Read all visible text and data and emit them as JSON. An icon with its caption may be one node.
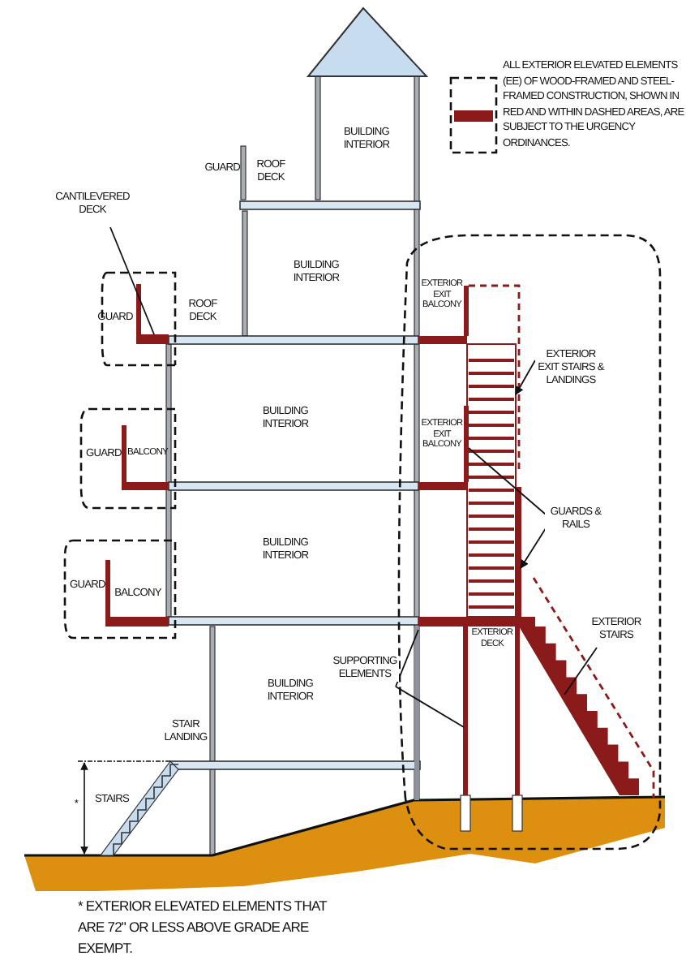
{
  "diagram": {
    "caption": "* EXTERIOR ELEVATED ELEMENTS THAT ARE 72\" OR LESS ABOVE GRADE ARE EXEMPT.",
    "nodes": [
      {
        "text": [
          "CANTILEVERED DECK"
        ]
      },
      {
        "text": [],
        "shape": "bar"
      },
      {
        "text": [
          "EXTERIOR EXIT STAIRS & LANDINGS"
        ]
      },
      {
        "text": [],
        "shape": "stairs"
      },
      {
        "text": [
          "GUARDS & RAILS"
        ]
      },
      {
        "text": [],
        "shape": "bar"
      },
      {
        "text": [],
        "shape": "bar"
      },
      {
        "text": [
          "EXTERIOR STAIRS"
        ]
      },
      {
        "text": [],
        "shape": "stairs"
      },
      {
        "text": [
          "SUPPORTING ELEMENTS"
        ]
      },
      {
        "text": [],
        "shape": "bar"
      },
      {
        "text": [],
        "shape": "bar"
      }
    ],
    "edges": [
      {
        "from": 0,
        "to": 1,
        "arrow": "none"
      },
      {
        "from": 2,
        "to": 3,
        "arrow": "to"
      },
      {
        "from": 4,
        "to": 5,
        "arrow": "none"
      },
      {
        "from": 4,
        "to": 6,
        "arrow": "to"
      },
      {
        "from": 7,
        "to": 8,
        "arrow": "none"
      },
      {
        "from": 9,
        "to": 10,
        "arrow": "none"
      },
      {
        "from": 9,
        "to": 11,
        "arrow": "none"
      }
    ],
    "labels": [
      "GUARD",
      "ROOF DECK",
      "BUILDING INTERIOR",
      "BUILDING INTERIOR",
      "ROOF DECK",
      "GUARD",
      "EXTERIOR EXIT BALCONY",
      "BUILDING INTERIOR",
      "GUARD",
      "BALCONY",
      "EXTERIOR EXIT BALCONY",
      "BUILDING INTERIOR",
      "GUARD",
      "BALCONY",
      "EXTERIOR DECK",
      "BUILDING INTERIOR",
      "STAIR LANDING",
      "STAIRS",
      "*"
    ],
    "legend": [
      {
        "text": "ALL EXTERIOR ELEVATED ELEMENTS (EE) OF WOOD-FRAMED AND STEEL-FRAMED CONSTRUCTION, SHOWN IN RED AND WITHIN DASHED AREAS, ARE SUBJECT TO THE URGENCY ORDINANCES.",
        "color": "#8b1a1a"
      }
    ]
  }
}
